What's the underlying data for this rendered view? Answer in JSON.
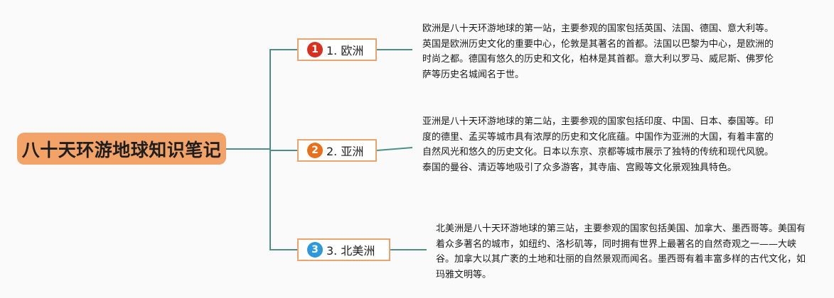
{
  "root": {
    "title": "八十天环游地球知识笔记",
    "color": "#f3a268"
  },
  "branches": [
    {
      "badge": "1",
      "badge_color": "#d8301e",
      "label": "1. 欧洲",
      "note": "欧洲是八十天环游地球的第一站，主要参观的国家包括英国、法国、德国、意大利等。英国是欧洲历史文化的重要中心，伦敦是其著名的首都。法国以巴黎为中心，是欧洲的时尚之都。德国有悠久的历史和文化，柏林是其首都。意大利以罗马、威尼斯、佛罗伦萨等历史名城闻名于世。"
    },
    {
      "badge": "2",
      "badge_color": "#e8701c",
      "label": "2. 亚洲",
      "note": "亚洲是八十天环游地球的第二站，主要参观的国家包括印度、中国、日本、泰国等。印度的德里、孟买等城市具有浓厚的历史和文化底蕴。中国作为亚洲的大国，有着丰富的自然风光和悠久的历史文化。日本以东京、京都等城市展示了独特的传统和现代风貌。泰国的曼谷、清迈等地吸引了众多游客，其寺庙、宫殿等文化景观独具特色。"
    },
    {
      "badge": "3",
      "badge_color": "#2e98dc",
      "label": "3. 北美洲",
      "note": "北美洲是八十天环游地球的第三站，主要参观的国家包括美国、加拿大、墨西哥等。美国有着众多著名的城市，如纽约、洛杉矶等，同时拥有世界上最著名的自然奇观之一——大峡谷。加拿大以其广袤的土地和壮丽的自然景观而闻名。墨西哥有着丰富多样的古代文化，如玛雅文明等。"
    }
  ],
  "colors": {
    "connector": "#4c8f86",
    "branch_border": "#eaa46c"
  }
}
